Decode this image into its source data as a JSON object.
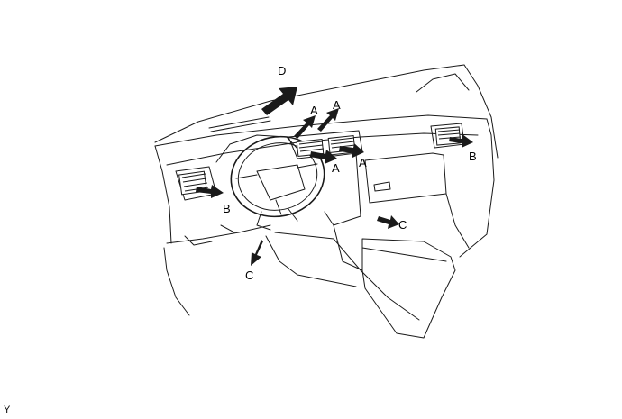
{
  "diagram": {
    "labels": {
      "d": "D",
      "a1": "A",
      "a2": "A",
      "a3": "A",
      "a4": "A",
      "b_left": "B",
      "b_right": "B",
      "c_left": "C",
      "c_right": "C",
      "corner_code": "Y"
    },
    "colors": {
      "line": "#1a1a1a",
      "arrow": "#1a1a1a",
      "background": "#ffffff"
    }
  }
}
